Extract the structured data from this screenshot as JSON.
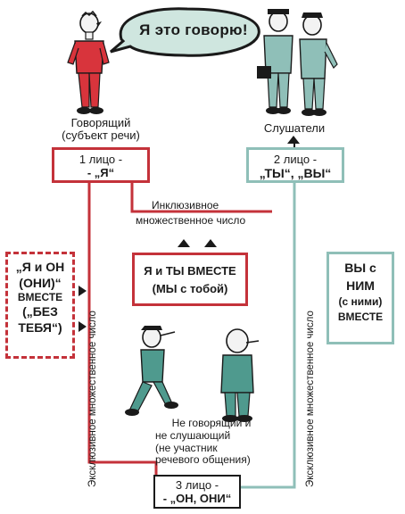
{
  "speech_bubble": {
    "text": "Я это говорю!"
  },
  "speaker": {
    "label": "Говорящий",
    "sublabel": "(субъект речи)"
  },
  "listeners": {
    "label": "Слушатели"
  },
  "first_person_box": {
    "line1": "1 лицо -",
    "line2": "- „Я“"
  },
  "second_person_box": {
    "line1": "2 лицо -",
    "line2": "„ТЫ“, „ВЫ“"
  },
  "inclusive": {
    "line1": "Инклюзивное",
    "line2": "множественное число"
  },
  "inclusive_box": {
    "line1": "Я и ТЫ ВМЕСТЕ",
    "line2": "(МЫ с тобой)"
  },
  "left_box": {
    "line1": "„Я и ОН",
    "line2": "(ОНИ)“",
    "line3": "ВМЕСТЕ",
    "line4": "(„БЕЗ",
    "line5": "ТЕБЯ“)"
  },
  "right_box": {
    "line1": "ВЫ с",
    "line2": "НИМ",
    "line3": "(с ними)",
    "line4": "ВМЕСТЕ"
  },
  "exclusive_left": {
    "text": "Эксклюзивное множественное число"
  },
  "exclusive_right": {
    "text": "Эксклюзивное множественное число"
  },
  "non_participant": {
    "line1": "Не говорящий и",
    "line2": "не слушающий",
    "line3": "(не участник",
    "line4": "речевого общения)"
  },
  "third_person_box": {
    "line1": "3 лицо -",
    "line2": "- „ОН, ОНИ“"
  },
  "colors": {
    "red": "#c4323a",
    "teal": "#8fbfb8",
    "bubble": "#cfe6df",
    "ink": "#1a1a1a"
  }
}
